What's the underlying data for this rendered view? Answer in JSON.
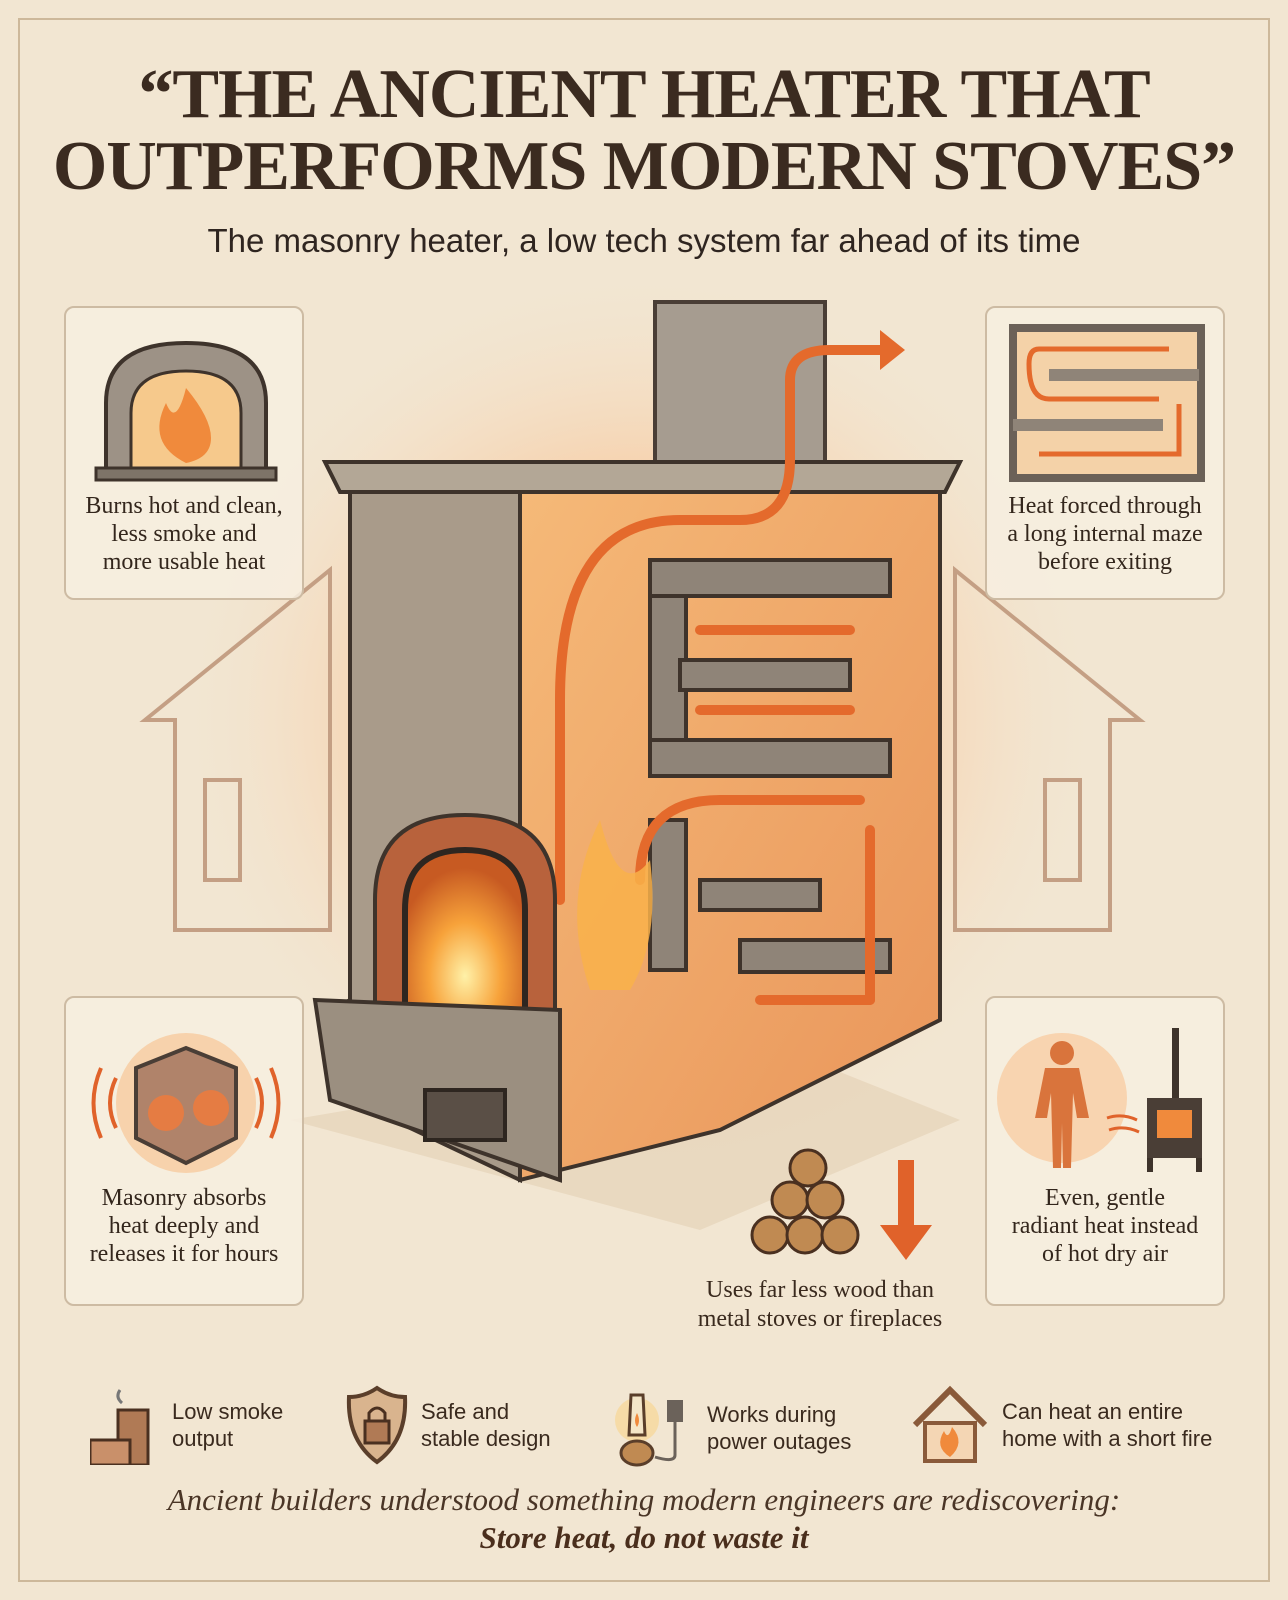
{
  "header": {
    "title_line1": "“THE ANCIENT HEATER THAT",
    "title_line2": "OUTPERFORMS MODERN STOVES”",
    "subtitle": "The masonry heater, a low tech system far ahead of its time"
  },
  "panels": [
    {
      "icon": "fireplace-flame-icon",
      "text": [
        "Burns hot and clean,",
        "less smoke and",
        "more usable heat"
      ]
    },
    {
      "icon": "heat-maze-icon",
      "text": [
        "Heat forced through",
        "a long internal maze",
        "before exiting"
      ]
    },
    {
      "icon": "glowing-stone-block-icon",
      "text": [
        "Masonry absorbs",
        "heat deeply and",
        "releases it for hours"
      ]
    },
    {
      "icon": "person-and-stove-icon",
      "text": [
        "Even, gentle",
        "radiant heat instead",
        "of hot dry air"
      ]
    }
  ],
  "wood_note": [
    "Uses far less wood than",
    "metal stoves or fireplaces"
  ],
  "features": [
    {
      "icon": "chimney-icon",
      "text": [
        "Low smoke",
        "output"
      ]
    },
    {
      "icon": "shield-lock-icon",
      "text": [
        "Safe and",
        "stable design"
      ]
    },
    {
      "icon": "lamp-plug-icon",
      "text": [
        "Works during",
        "power outages"
      ]
    },
    {
      "icon": "house-fire-icon",
      "text": [
        "Can heat an entire",
        "home with a short fire"
      ]
    }
  ],
  "footer": {
    "line1": "Ancient builders understood something modern engineers are rediscovering:",
    "line2": "Store heat, do not waste it"
  },
  "colors": {
    "background": "#f2e6d2",
    "text": "#3b2b20",
    "flame": "#f08a3c",
    "stone": "#9a8f82",
    "brick": "#b8623c"
  }
}
